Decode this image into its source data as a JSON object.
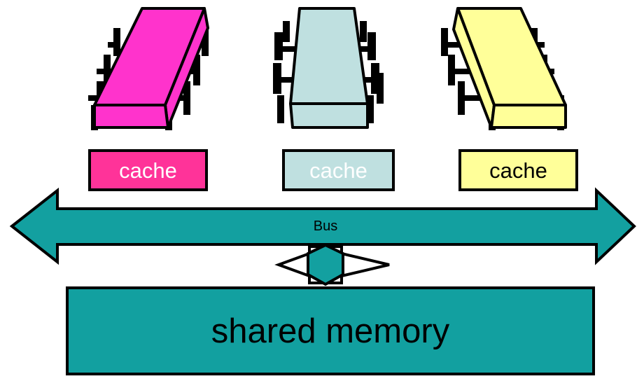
{
  "colors": {
    "processor_1": "#ff33cc",
    "processor_2": "#bfe0e0",
    "processor_3": "#ffff99",
    "cache_1": "#ff3399",
    "cache_2": "#bfe0e0",
    "cache_3": "#ffff99",
    "bus": "#13a0a0",
    "memory": "#12a0a0"
  },
  "icons": {
    "processor": "processor-chip-icon",
    "bus": "double-headed-arrow-icon",
    "connector": "vertical-double-arrow-icon"
  },
  "caches": [
    {
      "label": "cache"
    },
    {
      "label": "cache"
    },
    {
      "label": "cache"
    }
  ],
  "bus": {
    "label": "Bus"
  },
  "memory": {
    "label": "shared memory"
  }
}
